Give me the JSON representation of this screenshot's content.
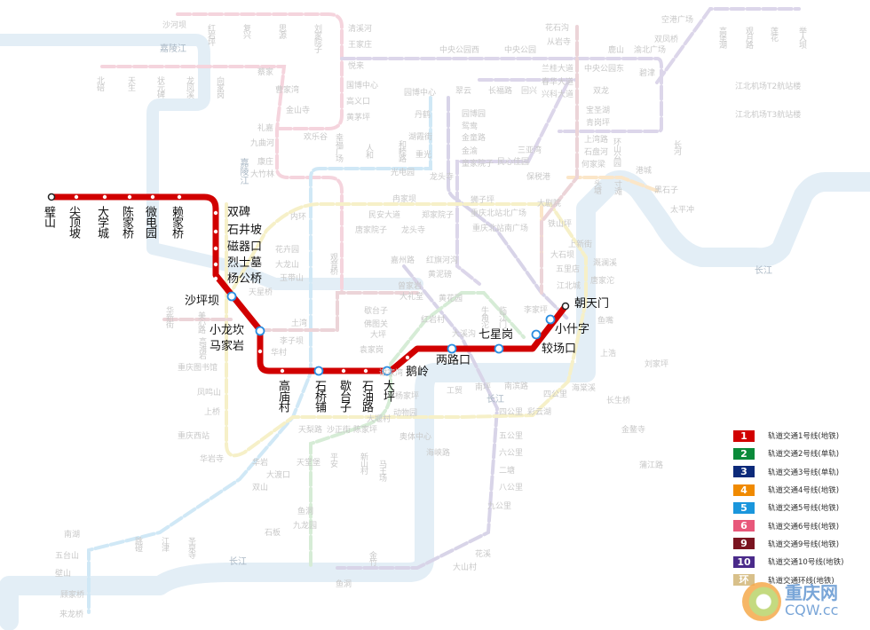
{
  "title": "重庆轨道交通线路图",
  "highlight_line": {
    "name": "轨道交通1号线(地铁)",
    "color": "#d10000",
    "stations": [
      "璧山",
      "尖顶坡",
      "大学城",
      "陈家桥",
      "微电园",
      "赖家桥",
      "双碑",
      "石井坡",
      "磁器口",
      "烈士墓",
      "杨公桥",
      "沙坪坝",
      "小龙坎",
      "马家岩",
      "高庙村",
      "石桥铺",
      "歇台子",
      "石油路",
      "大坪",
      "鹅岭",
      "两路口",
      "七星岗",
      "较场口",
      "小什字",
      "朝天门"
    ]
  },
  "rivers": [
    "嘉陵江",
    "嘉陵江",
    "长江",
    "长江",
    "长江"
  ],
  "background_stations": [
    "沙河坝",
    "红岩坪",
    "复兴",
    "思源",
    "刘家院子",
    "清溪河",
    "王家庄",
    "悦来",
    "国博中心",
    "高义口",
    "黄茅坪",
    "北碚",
    "天生",
    "状元碑",
    "龙凤溪",
    "向家岗",
    "蔡家",
    "曹家湾",
    "金山寺",
    "礼嘉",
    "九曲河",
    "康庄",
    "大竹林",
    "欢乐谷",
    "幸福广场",
    "人和",
    "和睦路",
    "园博中心",
    "丹鹤",
    "湖霞街",
    "重光",
    "中央公园西",
    "中央公园",
    "花石沟",
    "从岩寺",
    "鹿山",
    "渝北广场",
    "空港广场",
    "双凤桥",
    "高堡湖",
    "观月路",
    "莲花",
    "举人坝",
    "中央公园东",
    "兰桂大道",
    "春华大道",
    "兴科大道",
    "碧津",
    "江北机场T2航站楼",
    "江北机场T3航站楼",
    "翠云",
    "长福路",
    "回兴",
    "双龙",
    "宝圣湖",
    "青岗坪",
    "园博园",
    "鸳鸯",
    "金童路",
    "金渝",
    "童家院子",
    "三亚湾",
    "民心佳园",
    "上湾路",
    "石盘河",
    "何家梁",
    "环山公园",
    "长河",
    "港城",
    "保税港",
    "龙头寺",
    "光电园",
    "内环",
    "冉家坝",
    "民安大道",
    "郑家院子",
    "狮子坪",
    "重庆北站北广场",
    "重庆北站南广场",
    "龙头寺",
    "唐家院子",
    "嘉州路",
    "红旗河沟",
    "黄泥磅",
    "观音桥",
    "花卉园",
    "大龙山",
    "玉带山",
    "大石坝",
    "五里店",
    "江北城",
    "大剧院",
    "头塘",
    "寸滩",
    "黑石子",
    "太平冲",
    "唐家沱",
    "铁山坪",
    "鱼嘴",
    "溉澜溪",
    "上新街",
    "刘家坪",
    "上浩",
    "海棠溪",
    "长生桥",
    "南坪",
    "工贸",
    "南滨路",
    "四公里",
    "五公里",
    "六公里",
    "二塘",
    "八公里",
    "九公里",
    "大山村",
    "花溪",
    "鱼洞",
    "金竹",
    "重庆图书馆",
    "凤鸣山",
    "上桥",
    "重庆西站",
    "华岩寺",
    "华岩",
    "双山",
    "天堂堡",
    "大渡口",
    "平安",
    "新山村",
    "马王场",
    "大堰村",
    "动物园",
    "杨家坪",
    "谢家湾",
    "袁家岗",
    "大坪",
    "佛图关",
    "李子坝",
    "华村",
    "土湾",
    "歇台子",
    "红岩村",
    "李家坪",
    "牛角沱",
    "临江门",
    "大溪沟",
    "黄花园",
    "大礼堂",
    "曾家岩",
    "华新街",
    "美心路",
    "高滩岩",
    "天星桥",
    "天梨路",
    "沙正街",
    "陈家坪",
    "彩云湖",
    "奥体中心",
    "四公里",
    "海峡路",
    "南湖",
    "五台山",
    "壁山",
    "顾家桥",
    "来龙桥",
    "跳磴",
    "江津",
    "圣泉寺",
    "鱼洞",
    "九龙园",
    "石板",
    "金鳌寺",
    "蒲江路"
  ],
  "legend": [
    {
      "badge": "1",
      "label": "轨道交通1号线(地铁)",
      "color": "#d10000"
    },
    {
      "badge": "2",
      "label": "轨道交通2号线(单轨)",
      "color": "#0a8a3a"
    },
    {
      "badge": "3",
      "label": "轨道交通3号线(单轨)",
      "color": "#0c2a7a"
    },
    {
      "badge": "4",
      "label": "轨道交通4号线(地铁)",
      "color": "#f08a00"
    },
    {
      "badge": "5",
      "label": "轨道交通5号线(地铁)",
      "color": "#1a96dc"
    },
    {
      "badge": "6",
      "label": "轨道交通6号线(地铁)",
      "color": "#e8577a"
    },
    {
      "badge": "9",
      "label": "轨道交通9号线(地铁)",
      "color": "#7a1420"
    },
    {
      "badge": "10",
      "label": "轨道交通10号线(地铁)",
      "color": "#4a2a8a"
    },
    {
      "badge": "环",
      "label": "轨道交通环线(地铁)",
      "color": "#d8c08a"
    }
  ],
  "logo": {
    "cn": "重庆网",
    "en": "CQW.cc"
  }
}
